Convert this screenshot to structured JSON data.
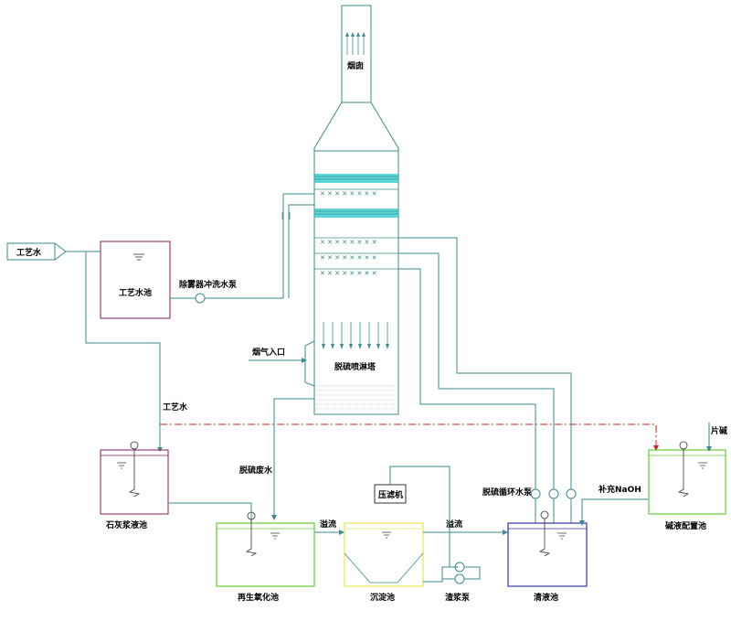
{
  "labels": {
    "chimney": "烟囱",
    "process_water_inlet": "工艺水",
    "process_water_tank": "工艺水池",
    "demister_pump": "除雾器冲洗水泵",
    "flue_gas_inlet": "烟气入口",
    "tower": "脱硫喷淋塔",
    "process_water_line": "工艺水",
    "desulf_wastewater": "脱硫废水",
    "filter_press": "压滤机",
    "circulation_pump": "脱硫循环水泵",
    "naoh_supply": "补充NaOH",
    "flake_caustic": "片碱",
    "lime_slurry_tank": "石灰浆液池",
    "regen_tank": "再生氧化池",
    "overflow_1": "溢流",
    "settling_tank": "沉淀池",
    "overflow_2": "溢流",
    "slurry_pump": "渣浆泵",
    "clear_tank": "清液池",
    "caustic_tank": "碱液配置池"
  },
  "colors": {
    "pipe": "#3d8b8b",
    "tank_magenta": "#8b1a5c",
    "tank_green": "#66cc33",
    "tank_yellow": "#e6e64d",
    "tank_blue": "#3333aa",
    "packing": "#33cccc",
    "red_line": "#cc2222"
  }
}
